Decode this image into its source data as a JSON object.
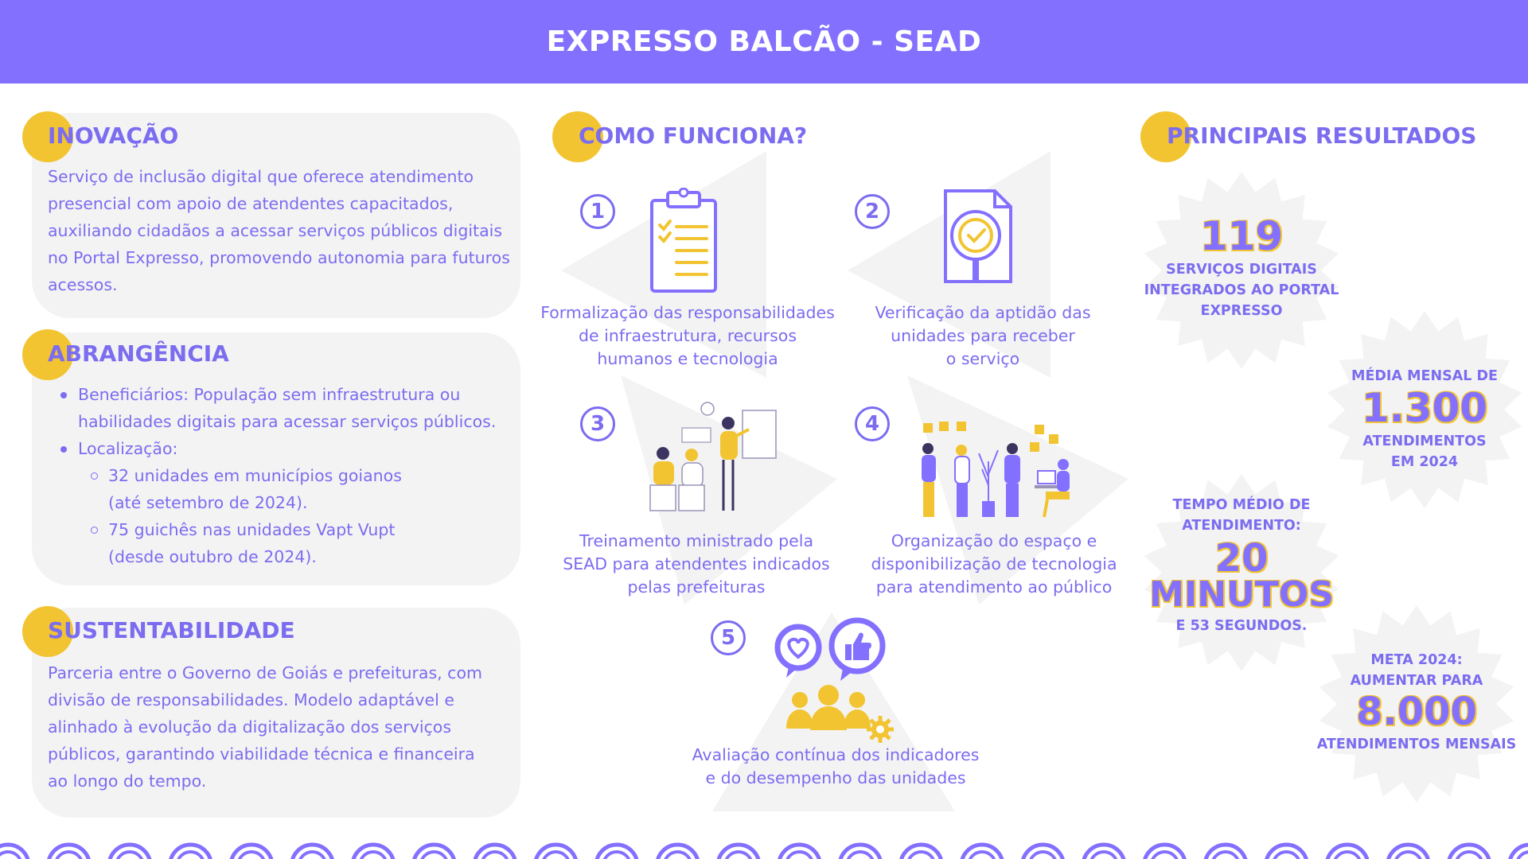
{
  "header": {
    "title": "EXPRESSO BALCÃO - SEAD"
  },
  "inovacao": {
    "title": "INOVAÇÃO",
    "text_lines": [
      "Serviço de inclusão digital que oferece atendimento",
      "presencial com apoio de atendentes capacitados,",
      "auxiliando cidadãos a acessar serviços públicos digitais",
      "no Portal Expresso, promovendo autonomia para futuros",
      "acessos."
    ]
  },
  "abrangencia": {
    "title": "ABRANGÊNCIA",
    "beneficiarios_lines": [
      "Beneficiários: População sem infraestrutura ou",
      "habilidades digitais para acessar serviços públicos."
    ],
    "localizacao": "Localização:",
    "unidades_lines": [
      "32 unidades em municípios goianos",
      "(até  setembro de 2024)."
    ],
    "guiches_lines": [
      "75 guichês nas unidades Vapt Vupt",
      "(desde outubro de 2024)."
    ]
  },
  "sustentabilidade": {
    "title": "SUSTENTABILIDADE",
    "text_lines": [
      "Parceria entre o Governo de Goiás e prefeituras, com",
      "divisão de responsabilidades. Modelo adaptável e",
      "alinhado à evolução da digitalização dos serviços",
      "públicos, garantindo viabilidade técnica e financeira",
      "ao longo do tempo."
    ]
  },
  "como_funciona": {
    "title": "COMO FUNCIONA?",
    "steps": [
      {
        "number": "1",
        "icon": "clipboard-checklist-icon",
        "caption_lines": [
          "Formalização das responsabilidades",
          "de infraestrutura, recursos",
          "humanos e tecnologia"
        ]
      },
      {
        "number": "2",
        "icon": "document-magnifier-check-icon",
        "caption_lines": [
          "Verificação da aptidão das",
          "unidades para receber",
          "o serviço"
        ]
      },
      {
        "number": "3",
        "icon": "training-illustration",
        "caption_lines": [
          "Treinamento ministrado pela",
          "SEAD para atendentes indicados",
          "pelas prefeituras"
        ]
      },
      {
        "number": "4",
        "icon": "office-team-illustration",
        "caption_lines": [
          "Organização do espaço e",
          "disponibilização de tecnologia",
          "para atendimento ao público"
        ]
      },
      {
        "number": "5",
        "icon": "feedback-group-icon",
        "caption_lines": [
          "Avaliação contínua dos indicadores",
          "e do desempenho das unidades"
        ]
      }
    ]
  },
  "resultados": {
    "title": "PRINCIPAIS RESULTADOS",
    "r1": {
      "big": "119",
      "lines": [
        "SERVIÇOS DIGITAIS",
        "INTEGRADOS AO PORTAL",
        "EXPRESSO"
      ]
    },
    "r2": {
      "top": "MÉDIA MENSAL DE",
      "big": "1.300",
      "lines": [
        "ATENDIMENTOS",
        "EM 2024"
      ]
    },
    "r3": {
      "top_lines": [
        "TEMPO MÉDIO DE",
        "ATENDIMENTO:"
      ],
      "big1": "20",
      "big2": "MINUTOS",
      "bottom": "E 53 SEGUNDOS."
    },
    "r4": {
      "top_lines": [
        "META 2024:",
        "AUMENTAR PARA"
      ],
      "big": "8.000",
      "bottom": "ATENDIMENTOS MENSAIS"
    }
  },
  "colors": {
    "purple": "#8370ff",
    "text_purple": "#7b6cf0",
    "yellow": "#f2c431",
    "panel_gray": "#f3f3f3"
  }
}
